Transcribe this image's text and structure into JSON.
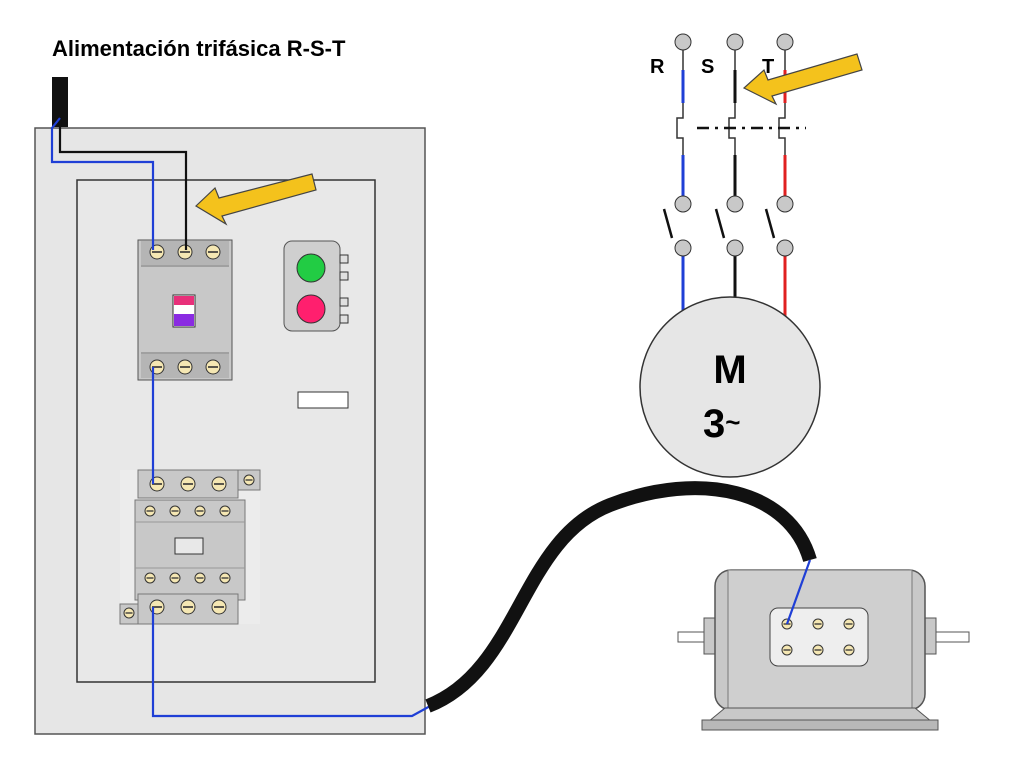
{
  "title": "Alimentación trifásica R-S-T",
  "phases": [
    {
      "label": "R",
      "color": "#1f3fd6"
    },
    {
      "label": "S",
      "color": "#111111"
    },
    {
      "label": "T",
      "color": "#e02020"
    }
  ],
  "motor": {
    "letter": "M",
    "phase_count": "3",
    "symbol": "~"
  },
  "colors": {
    "wire_blue": "#1f3fd6",
    "wire_black": "#111111",
    "wire_red": "#e02020",
    "arrow": "#f4c21c",
    "panel": "#e6e6e6",
    "device": "#c8c8c8",
    "button_green": "#22cc44",
    "button_red": "#ff1f6e"
  },
  "icons": [
    "arrow-icon",
    "screw-terminal-icon",
    "motor-circle-icon",
    "switch-contact-icon"
  ]
}
